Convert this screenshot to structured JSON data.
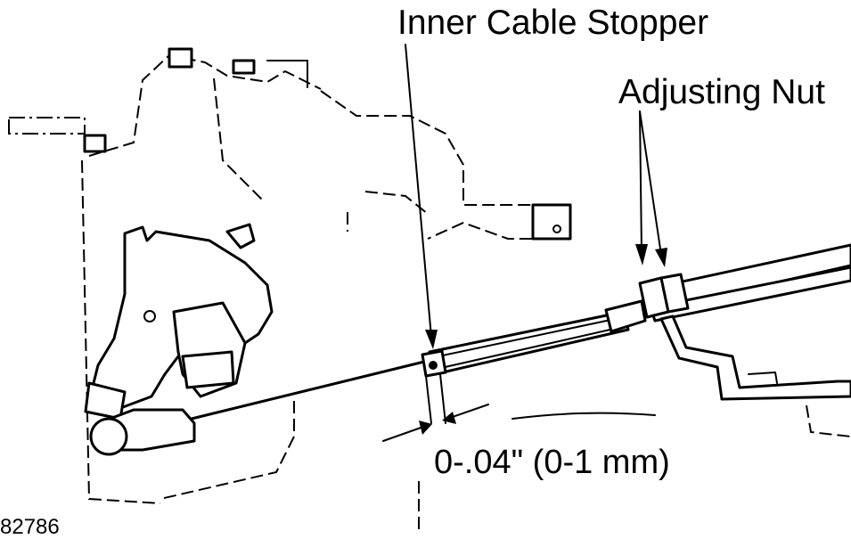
{
  "labels": {
    "inner_cable_stopper": "Inner Cable Stopper",
    "adjusting_nut": "Adjusting Nut",
    "clearance": "0-.04\" (0-1 mm)",
    "figure_number": "82786"
  },
  "colors": {
    "line": "#000000",
    "background": "#ffffff"
  }
}
